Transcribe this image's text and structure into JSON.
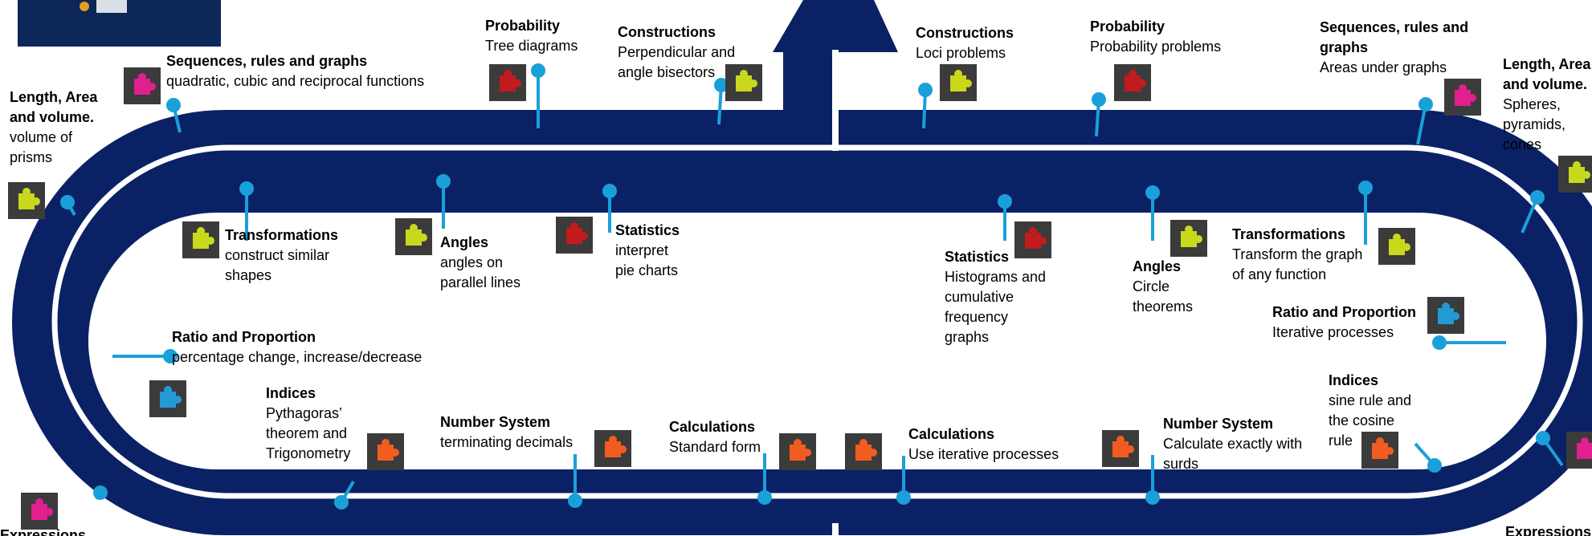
{
  "colors": {
    "track": "#0a2165",
    "pin": "#1aa0d9",
    "tile": "#3b3b3b",
    "yellow": "#c9d81d",
    "red": "#c21b1e",
    "blue": "#239ad6",
    "orange": "#f25c1f",
    "magenta": "#e11f8e"
  },
  "labels": {
    "seq1_title": "Sequences, rules and graphs",
    "seq1_text": "quadratic, cubic and reciprocal functions",
    "len1_title_a": "Length, Area",
    "len1_title_b": "and volume.",
    "len1_text_a": " volume of",
    "len1_text_b": "prisms",
    "prob1_title": "Probability",
    "prob1_text": "Tree diagrams",
    "cons1_title": "Constructions",
    "cons1_text_a": "Perpendicular and",
    "cons1_text_b": "angle bisectors",
    "cons2_title": "Constructions",
    "cons2_text": "Loci problems",
    "prob2_title": "Probability",
    "prob2_text": "Probability problems",
    "seq2_title_a": "Sequences, rules and",
    "seq2_title_b": "graphs",
    "seq2_text": "Areas under graphs",
    "len2_title_a": "Length, Area",
    "len2_title_b": "and volume.",
    "len2_text_a": "Spheres,",
    "len2_text_b": "pyramids,",
    "len2_text_c": "cones",
    "trans1_title": "Transformations",
    "trans1_text_a": "construct similar",
    "trans1_text_b": "shapes",
    "ang1_title": "Angles",
    "ang1_text_a": "angles on",
    "ang1_text_b": "parallel lines",
    "stat1_title": "Statistics",
    "stat1_text_a": "interpret",
    "stat1_text_b": "pie charts",
    "stat2_title": "Statistics",
    "stat2_text_a": "Histograms and",
    "stat2_text_b": "cumulative",
    "stat2_text_c": "frequency",
    "stat2_text_d": "graphs",
    "ang2_title": "Angles",
    "ang2_text_a": "Circle",
    "ang2_text_b": "theorems",
    "trans2_title": "Transformations",
    "trans2_text_a": "Transform the graph",
    "trans2_text_b": "of any function",
    "ratio1_title": "Ratio and Proportion",
    "ratio1_text": "percentage change, increase/decrease",
    "ratio2_title": "Ratio and Proportion",
    "ratio2_text": "Iterative processes",
    "ind1_title": "Indices",
    "ind1_text_a": "Pythagoras’",
    "ind1_text_b": "theorem and",
    "ind1_text_c": "Trigonometry",
    "num1_title": "Number System",
    "num1_text": "terminating decimals",
    "calc1_title": "Calculations",
    "calc1_text": "Standard form",
    "calc2_title": "Calculations",
    "calc2_text": "Use iterative processes",
    "num2_title": "Number System",
    "num2_text_a": "Calculate exactly with",
    "num2_text_b": "surds",
    "ind2_title": "Indices",
    "ind2_text_a": "sine rule and",
    "ind2_text_b": "the cosine",
    "ind2_text_c": "rule",
    "expr1_title": "Expressions",
    "expr2_title": "Expressions"
  }
}
